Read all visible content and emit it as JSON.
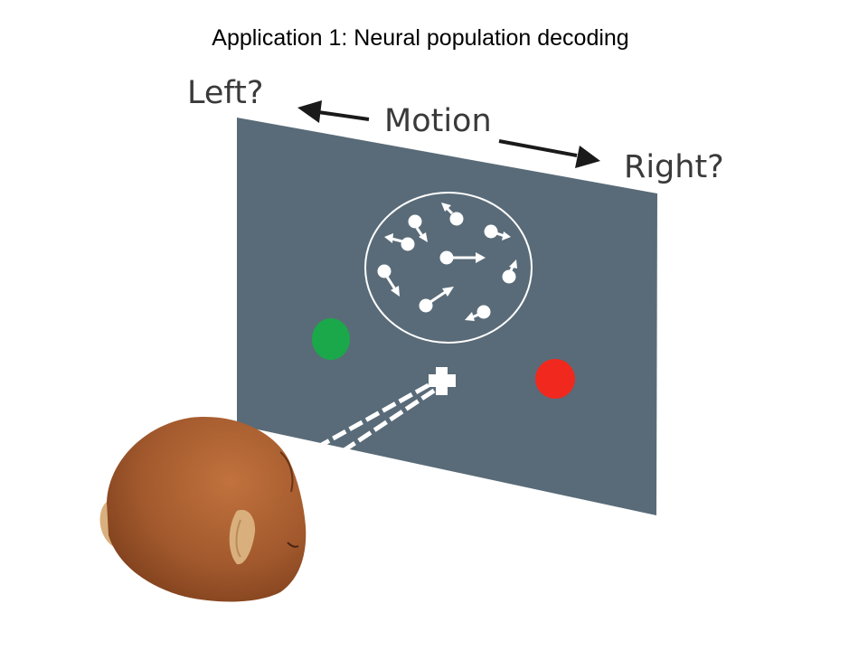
{
  "slide": {
    "title": "Application 1:  Neural population decoding"
  },
  "diagram": {
    "label_left": "Left?",
    "label_motion": "Motion",
    "label_right": "Right?",
    "colors": {
      "screen": "#596b78",
      "left_target": "#1aa84a",
      "right_target": "#f0281e",
      "head": "#a2592d",
      "ear": "#d9b07d",
      "arrow": "#1a1a1a"
    },
    "icons": [
      "motion-arrow-left-icon",
      "motion-arrow-right-icon",
      "fixation-cross-icon",
      "monkey-head-icon"
    ]
  }
}
